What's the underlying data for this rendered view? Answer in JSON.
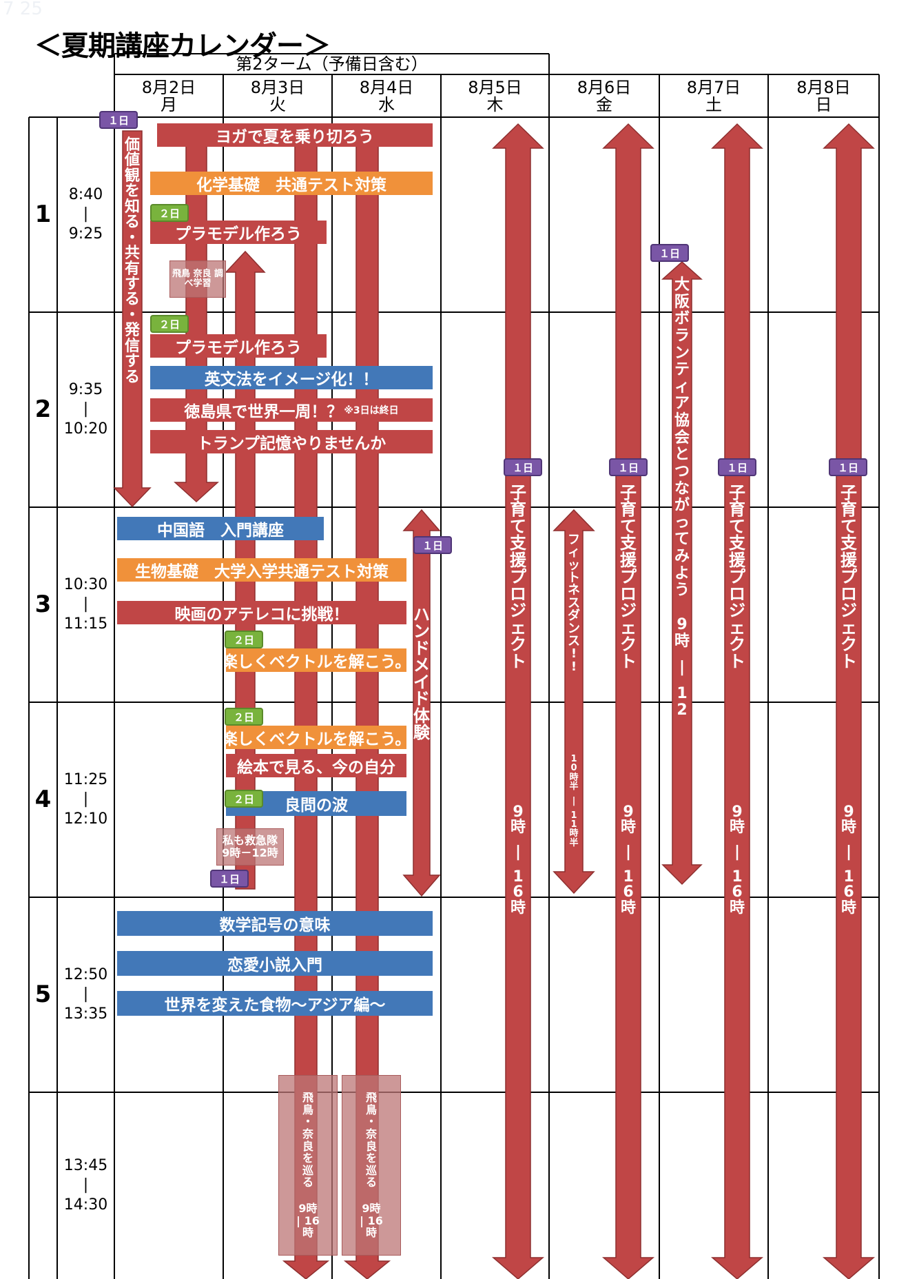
{
  "page_number": "7 25",
  "title": "＜夏期講座カレンダー＞",
  "term_label": "第2ターム（予備日含む）",
  "days": [
    {
      "date": "8月2日",
      "weekday": "月"
    },
    {
      "date": "8月3日",
      "weekday": "火"
    },
    {
      "date": "8月4日",
      "weekday": "水"
    },
    {
      "date": "8月5日",
      "weekday": "木"
    },
    {
      "date": "8月6日",
      "weekday": "金"
    },
    {
      "date": "8月7日",
      "weekday": "土"
    },
    {
      "date": "8月8日",
      "weekday": "日"
    }
  ],
  "periods": [
    {
      "num": "1",
      "start": "8:40",
      "sep": "|",
      "end": "9:25"
    },
    {
      "num": "2",
      "start": "9:35",
      "sep": "|",
      "end": "10:20"
    },
    {
      "num": "3",
      "start": "10:30",
      "sep": "|",
      "end": "11:15"
    },
    {
      "num": "4",
      "start": "11:25",
      "sep": "|",
      "end": "12:10"
    },
    {
      "num": "5",
      "start": "12:50",
      "sep": "|",
      "end": "13:35"
    },
    {
      "num": "",
      "start": "13:45",
      "sep": "|",
      "end": "14:30"
    }
  ],
  "courses": {
    "yoga": "ヨガで夏を乗り切ろう",
    "chem": "化学基礎　共通テスト対策",
    "plamo1": "プラモデル作ろう",
    "plamo2": "プラモデル作ろう",
    "eibunpo": "英文法をイメージ化！！",
    "tokushima": "徳島県で世界一周！？",
    "tokushima_note": "※3日は終日",
    "trump": "トランプ記憶やりませんか",
    "chinese": "中国語　入門講座",
    "bio": "生物基礎　大学入学共通テスト対策",
    "afreco": "映画のアテレコに挑戦！",
    "vector1": "楽しくベクトルを解こう。",
    "vector2": "楽しくベクトルを解こう。",
    "ehon": "絵本で見る、今の自分",
    "ryomon": "良問の波",
    "math": "数学記号の意味",
    "novel": "恋愛小説入門",
    "food": "世界を変えた食物～アジア編～"
  },
  "vertical": {
    "kachikan": "価値観を知る・共有する・発信する",
    "handmade": "ハンドメイド体験",
    "osaka": "大阪ボランティア協会とつながってみよう　9時 | 12",
    "fitness": "フィットネスダンス!!",
    "fitness_time": "10時半 | 11時半",
    "kosodate_title": "子育て支援プロジェクト",
    "kosodate_time": "9時 | 16時"
  },
  "notes": {
    "asuka_small": "飛鳥 奈良 調べ学習",
    "kyukyu1": "私も救急隊",
    "kyukyu2": "9時－12時",
    "asuka1_title": "飛鳥 ・ 奈良 を 巡る",
    "asuka1_time": "9時 | 16時",
    "asuka2_title": "飛鳥 ・ 奈良 を 巡る",
    "asuka2_time": "9時 | 16時"
  },
  "badges": {
    "one_day": "１日",
    "two_day": "２日"
  },
  "colors": {
    "red": "#c04646",
    "orange": "#f0913a",
    "blue": "#4278b8",
    "purple": "#7a56a6",
    "green": "#79b33d"
  }
}
